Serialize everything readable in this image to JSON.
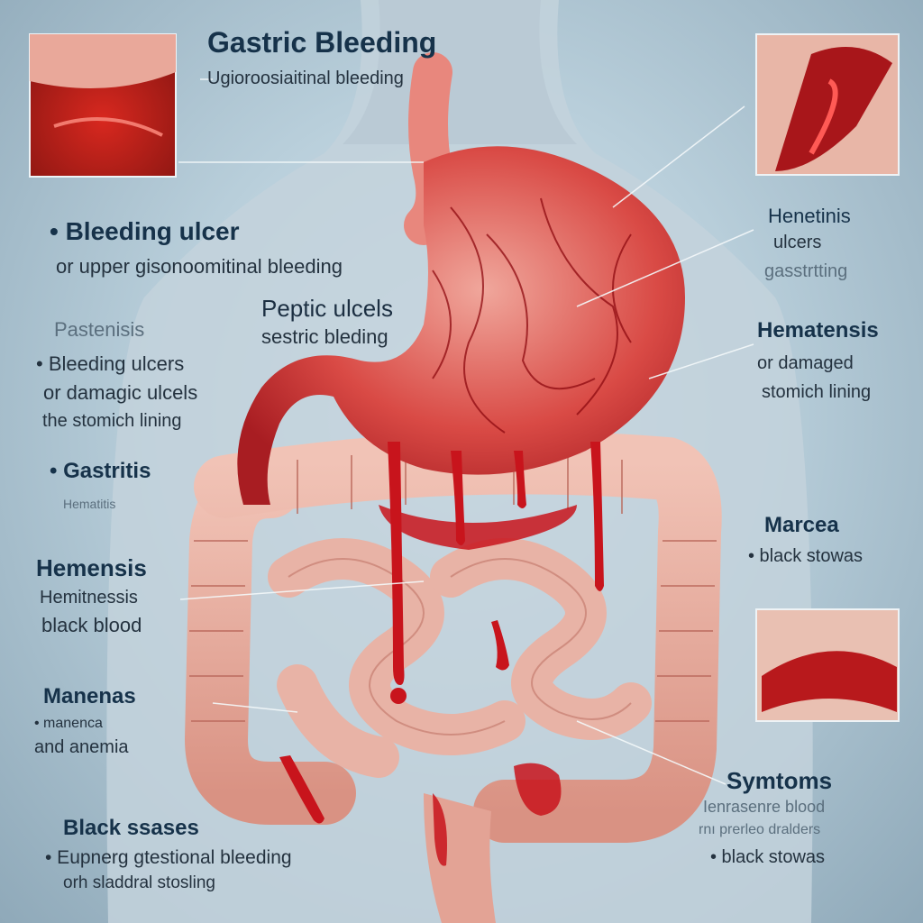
{
  "title": "Gastric Bleeding",
  "subtitle": "Ugioroosiaitinal bleeding",
  "labels_left": [
    {
      "key": "bleeding_ulcer_head",
      "text": "• Bleeding ulcer"
    },
    {
      "key": "bleeding_ulcer_sub",
      "text": "or upper gisonoomitinal bleeding"
    },
    {
      "key": "pastenisis",
      "text": "Pastenisis"
    },
    {
      "key": "bleeding_ulcers",
      "text": "• Bleeding ulcers"
    },
    {
      "key": "damagic",
      "text": "or damagic ulcels"
    },
    {
      "key": "stomach_lining",
      "text": "the stomich lining"
    },
    {
      "key": "gastritis_head",
      "text": "• Gastritis"
    },
    {
      "key": "gastritis_sub",
      "text": "Hematitis"
    },
    {
      "key": "hemensis_head",
      "text": "Hemensis"
    },
    {
      "key": "hemitnessis",
      "text": "Hemitnessis"
    },
    {
      "key": "black_blood",
      "text": "black blood"
    },
    {
      "key": "manenas_head",
      "text": "Manenas"
    },
    {
      "key": "manenas_sub",
      "text": "• manenca"
    },
    {
      "key": "anemia",
      "text": "and anemia"
    },
    {
      "key": "black_stases_head",
      "text": "Black ssases"
    },
    {
      "key": "eupnerg",
      "text": "• Eupnerg gtestional bleeding"
    },
    {
      "key": "stosling",
      "text": "orh sladdral stosling"
    }
  ],
  "labels_center": [
    {
      "key": "peptic_ulcels",
      "text": "Peptic ulcels"
    },
    {
      "key": "sestric_bleding",
      "text": "sestric bleding"
    }
  ],
  "labels_right": [
    {
      "key": "henetinis",
      "text": "Henetinis"
    },
    {
      "key": "ulcers",
      "text": "ulcers"
    },
    {
      "key": "gasstrtting",
      "text": "gasstrtting"
    },
    {
      "key": "hematensis_head",
      "text": "Hematensis"
    },
    {
      "key": "damaged",
      "text": "or damaged"
    },
    {
      "key": "stomach_lining2",
      "text": "stomich lining"
    },
    {
      "key": "marcea_head",
      "text": "Marcea"
    },
    {
      "key": "black_stowas",
      "text": "• black stowas"
    },
    {
      "key": "symptoms_head",
      "text": "Symtoms"
    },
    {
      "key": "sym1",
      "text": "Ienrasenre blood"
    },
    {
      "key": "sym2",
      "text": "rnı prerleo dralders"
    },
    {
      "key": "sym3",
      "text": "• black stowas"
    }
  ],
  "colors": {
    "blood": "#c8141c",
    "blood_dark": "#8e0a10",
    "stomach": "#e0776f",
    "intestine": "#e6a89b",
    "skin": "#c9d6de"
  }
}
